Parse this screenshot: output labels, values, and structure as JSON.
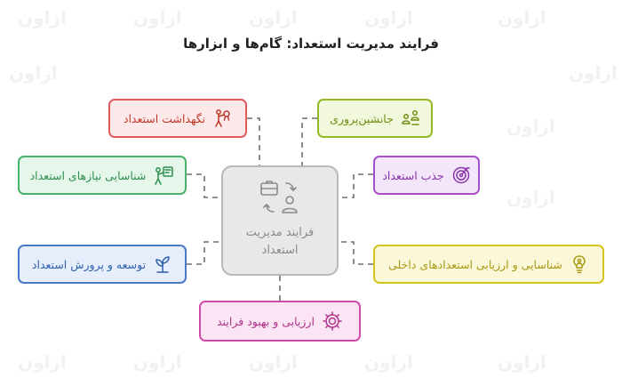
{
  "watermark": "ازاون",
  "title": "فرایند مدیریت استعداد: گام‌ها و ابزارها",
  "center": {
    "label": "فرایند مدیریت استعداد"
  },
  "nodes": {
    "retention": {
      "label": "نگهداشت استعداد",
      "icon": "person-holding-award-icon",
      "color": "#e25b5b",
      "fill": "#fde9e9"
    },
    "succession": {
      "label": "جانشین‌پروری",
      "icon": "people-swap-icon",
      "color": "#93b928",
      "fill": "#f2f8dc"
    },
    "needs": {
      "label": "شناسایی نیازهای استعداد",
      "icon": "presenter-board-icon",
      "color": "#49b36b",
      "fill": "#e5f7ea"
    },
    "attraction": {
      "label": "جذب استعداد",
      "icon": "target-person-icon",
      "color": "#a64fc9",
      "fill": "#f4e6fa"
    },
    "development": {
      "label": "توسعه و پرورش استعداد",
      "icon": "plant-growth-icon",
      "color": "#4a79c9",
      "fill": "#e6eefb"
    },
    "internal": {
      "label": "شناسایی و ارزیابی استعدادهای داخلی",
      "icon": "lightbulb-person-icon",
      "color": "#d6c41e",
      "fill": "#fbf8d9"
    },
    "improvement": {
      "label": "ارزیابی و بهبود فرایند",
      "icon": "gear-refresh-icon",
      "color": "#d24aa8",
      "fill": "#fbe4f3"
    }
  }
}
